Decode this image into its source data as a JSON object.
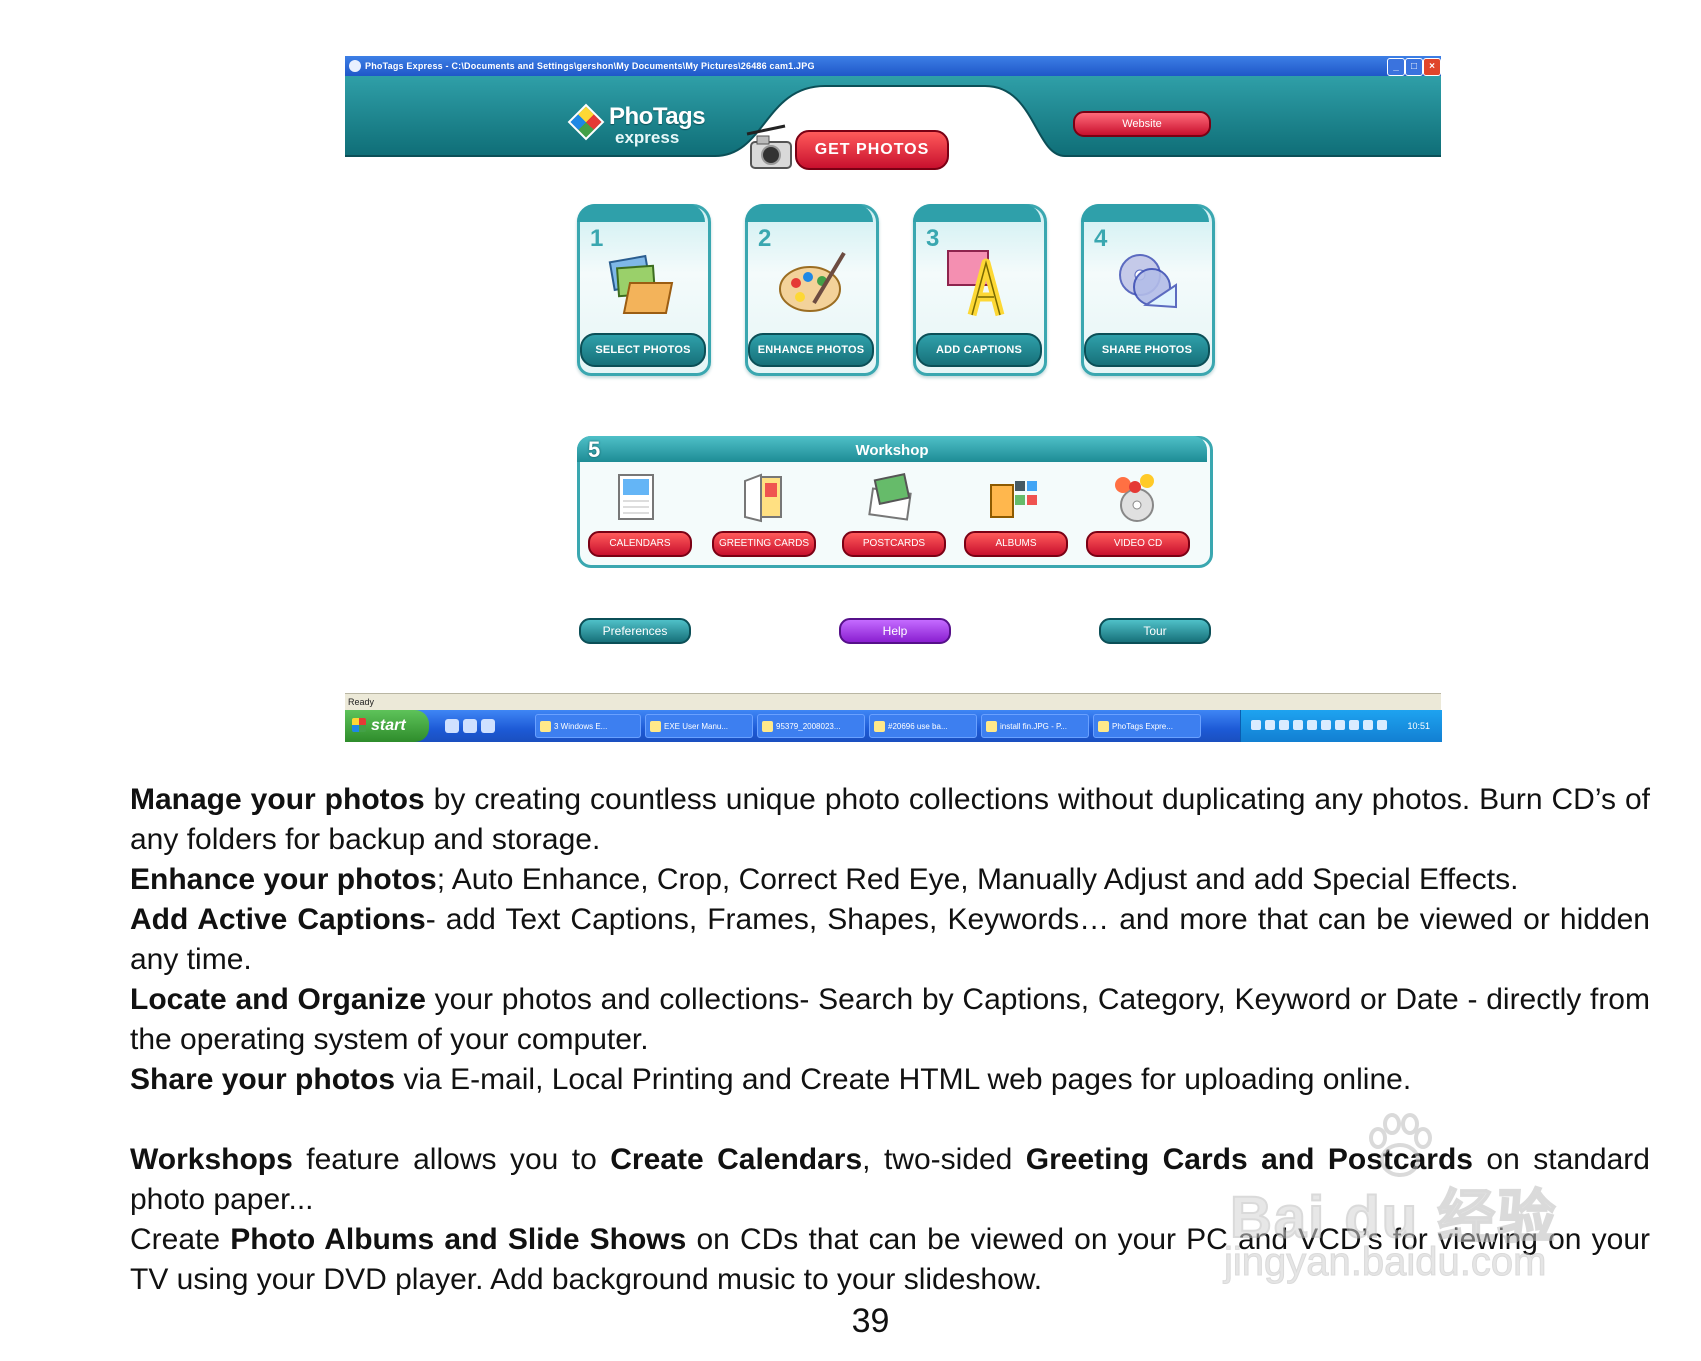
{
  "window": {
    "title": "PhoTags Express - C:\\Documents and Settings\\gershon\\My Documents\\My Pictures\\26486 cam1.JPG",
    "controls": [
      "_",
      "□",
      "×"
    ]
  },
  "header": {
    "logo_name": "PhoTags",
    "logo_sub": "express",
    "get_photos": "GET PHOTOS",
    "website": "Website"
  },
  "steps": [
    {
      "num": "1",
      "label": "SELECT PHOTOS",
      "icon": "folder-photos-icon"
    },
    {
      "num": "2",
      "label": "ENHANCE PHOTOS",
      "icon": "palette-icon"
    },
    {
      "num": "3",
      "label": "ADD CAPTIONS",
      "icon": "caption-letter-icon"
    },
    {
      "num": "4",
      "label": "SHARE PHOTOS",
      "icon": "disc-share-icon"
    }
  ],
  "workshop": {
    "num": "5",
    "title": "Workshop",
    "items": [
      {
        "label": "CALENDARS",
        "icon": "calendar-icon"
      },
      {
        "label": "GREETING CARDS",
        "icon": "greeting-card-icon"
      },
      {
        "label": "POSTCARDS",
        "icon": "postcard-icon"
      },
      {
        "label": "ALBUMS",
        "icon": "album-icon"
      },
      {
        "label": "VIDEO CD",
        "icon": "video-cd-icon"
      }
    ]
  },
  "footer_buttons": {
    "preferences": "Preferences",
    "help": "Help",
    "tour": "Tour"
  },
  "status": "Ready",
  "taskbar": {
    "start": "start",
    "tasks": [
      "3 Windows E...",
      "EXE User Manu...",
      "95379_2008023...",
      "#20696 use ba...",
      "install fin.JPG - P...",
      "PhoTags Expre..."
    ],
    "clock": "10:51"
  },
  "document": {
    "p1_bold": "Manage your photos",
    "p1_text": " by creating countless unique photo collections without duplicating any photos. Burn CD’s of any folders for backup and storage.",
    "p2_bold": "Enhance your photos",
    "p2_text": "; Auto Enhance, Crop, Correct Red Eye, Manually Adjust and add Special Effects.",
    "p3_bold": "Add Active Captions",
    "p3_text": "- add Text Captions, Frames, Shapes, Keywords… and more that can be viewed or hidden any time.",
    "p4_bold": "Locate and Organize",
    "p4_text": " your photos and collections- Search by Captions, Category, Keyword or Date - directly from the operating system of your computer.",
    "p5_bold": "Share your photos",
    "p5_text": " via E-mail, Local Printing and Create HTML web pages for uploading online.",
    "p6_bold_a": "Workshops",
    "p6_text_a": " feature allows you to ",
    "p6_bold_b": "Create Calendars",
    "p6_text_b": ", two-sided ",
    "p6_bold_c": "Greeting Cards and Postcards",
    "p6_text_c": " on standard photo paper...",
    "p7_text_a": "Create ",
    "p7_bold": "Photo Albums and Slide Shows",
    "p7_text_b": " on CDs that can be viewed on your PC and VCD’s for viewing on your TV using your DVD player. Add background music to your slideshow.",
    "page_number": "39"
  },
  "watermark": {
    "brand": "Bai du 经验",
    "url": "jingyan.baidu.com"
  }
}
